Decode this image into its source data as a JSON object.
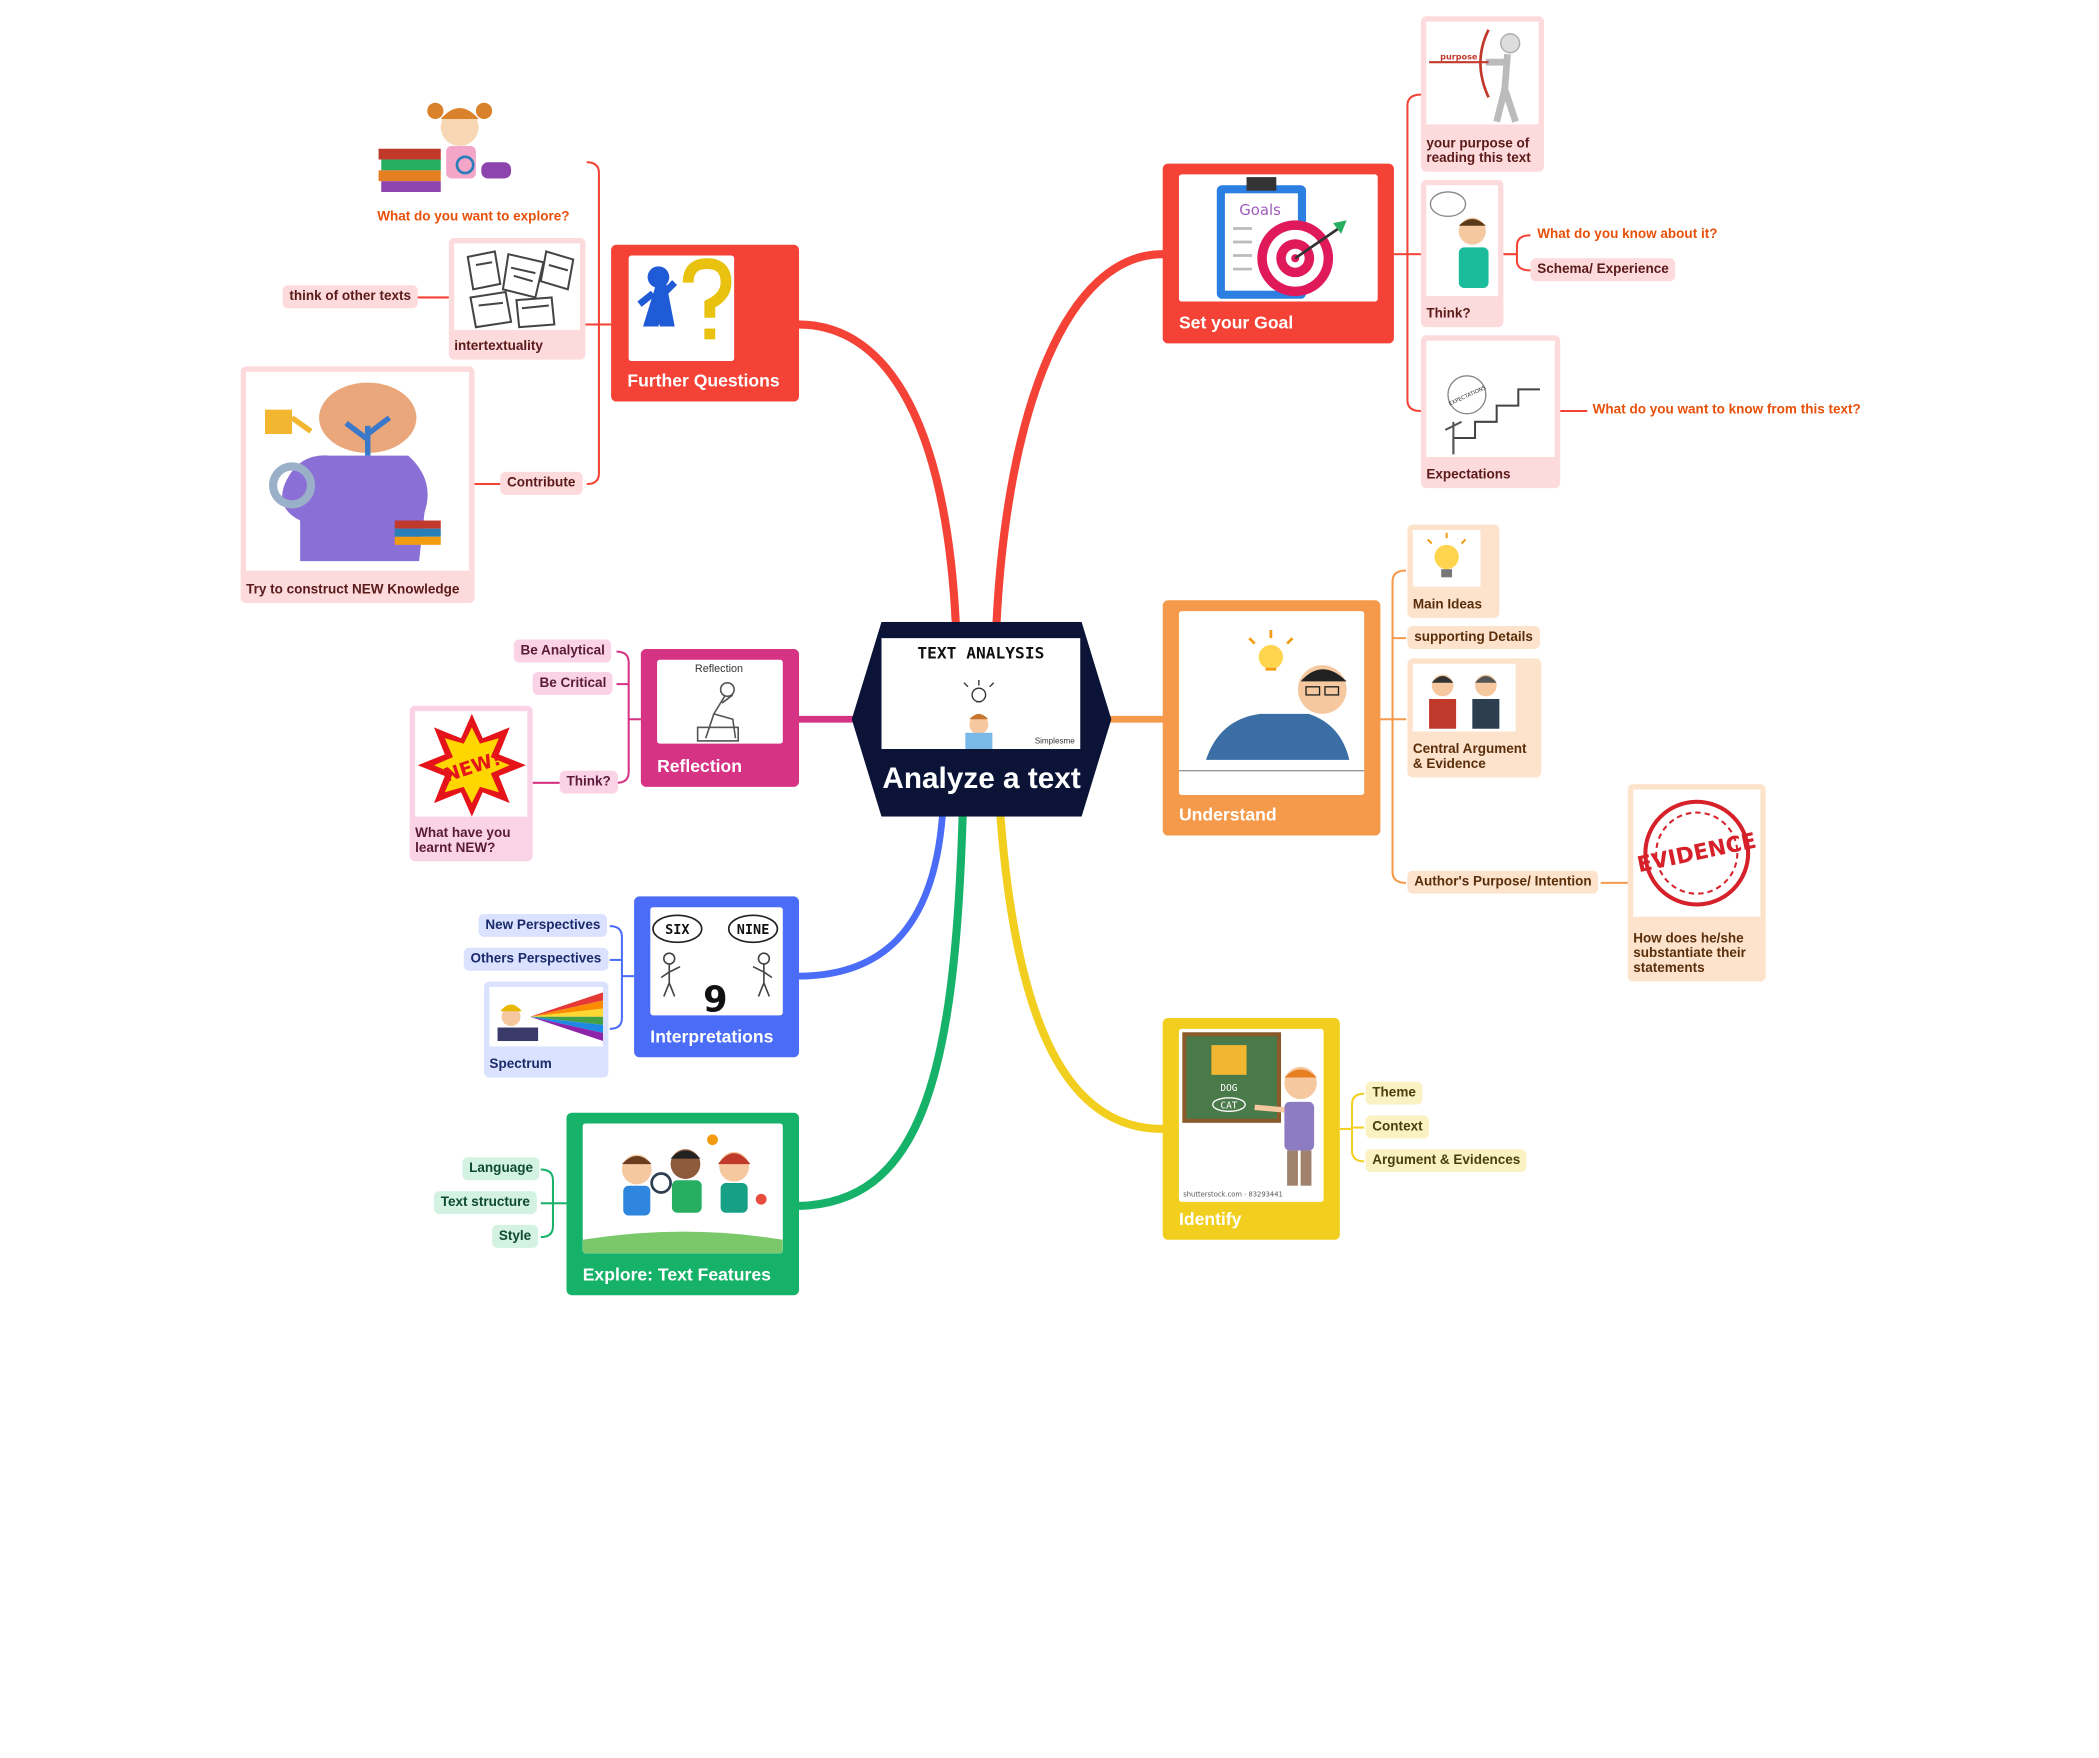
{
  "central": {
    "title": "Analyze a text",
    "image_caption": "TEXT ANALYSIS",
    "image_logo": "Simplesme"
  },
  "branches": {
    "further_questions": {
      "title": "Further Questions",
      "color": "#f44336",
      "children": {
        "explore_question": "What do you want to explore?",
        "intertextuality": "intertextuality",
        "think_other_texts": "think of other texts",
        "contribute": "Contribute",
        "construct_knowledge": "Try to construct NEW Knowledge"
      }
    },
    "reflection": {
      "title": "Reflection",
      "color": "#d63384",
      "image_caption": "Reflection",
      "children": {
        "be_analytical": "Be Analytical",
        "be_critical": "Be Critical",
        "think": "Think?",
        "learnt_new": "What have you learnt NEW?",
        "new_badge": "NEW!"
      }
    },
    "interpretations": {
      "title": "Interpretations",
      "color": "#4a6cf7",
      "image_labels": [
        "SIX",
        "NINE"
      ],
      "children": {
        "new_perspectives": "New Perspectives",
        "others_perspectives": "Others Perspectives",
        "spectrum": "Spectrum"
      }
    },
    "explore_text_features": {
      "title": "Explore: Text Features",
      "color": "#17b26a",
      "children": {
        "language": "Language",
        "text_structure": "Text structure",
        "style": "Style"
      }
    },
    "set_your_goal": {
      "title": "Set your Goal",
      "color": "#f44336",
      "image_caption": "Goals",
      "children": {
        "purpose": "your purpose of reading this text",
        "purpose_image_caption": "purpose",
        "think": "Think?",
        "know_about": "What do you know about it?",
        "schema": "Schema/ Experience",
        "expectations": "Expectations",
        "expectations_image_caption": "EXPECTATIONS",
        "know_from_text": "What do you want to know from this text?"
      }
    },
    "understand": {
      "title": "Understand",
      "color": "#f59a4a",
      "children": {
        "main_ideas": "Main Ideas",
        "supporting_details": "supporting Details",
        "central_argument": "Central Argument & Evidence",
        "authors_purpose": "Author's Purpose/ Intention",
        "substantiate": "How does he/she substantiate their statements",
        "evidence_stamp": "EVIDENCE"
      }
    },
    "identify": {
      "title": "Identify",
      "color": "#f2cf1f",
      "image_words": [
        "DOG",
        "CAT"
      ],
      "image_credit": "shutterstock.com · 83293441",
      "children": {
        "theme": "Theme",
        "context": "Context",
        "argument_evidences": "Argument & Evidences"
      }
    }
  },
  "colors": {
    "red": "#f44336",
    "pink": "#d63384",
    "blue": "#4a6cf7",
    "green": "#17b26a",
    "orange": "#f59a4a",
    "yellow": "#f2cf1f",
    "navy": "#0b1437",
    "note_orange": "#e8500a"
  }
}
